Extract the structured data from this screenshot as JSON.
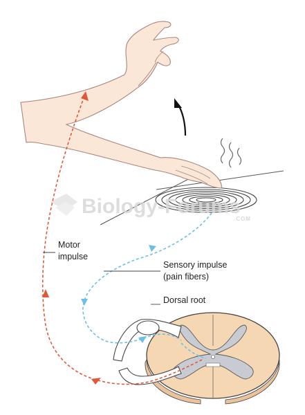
{
  "labels": {
    "motor_line1": "Motor",
    "motor_line2": "impulse",
    "sensory_line1": "Sensory impulse",
    "sensory_line2": "(pain fibers)",
    "dorsal_root": "Dorsal root"
  },
  "watermark": {
    "text": "Biology-Forums",
    "suffix": ".COM"
  },
  "colors": {
    "motor_path": "#e0573a",
    "sensory_path": "#6cc0e8",
    "skin": "#fbe7d8",
    "skin_outline": "#a9857a",
    "spinal_outer": "#f6d7b3",
    "grey_matter": "#c8ccd2"
  }
}
